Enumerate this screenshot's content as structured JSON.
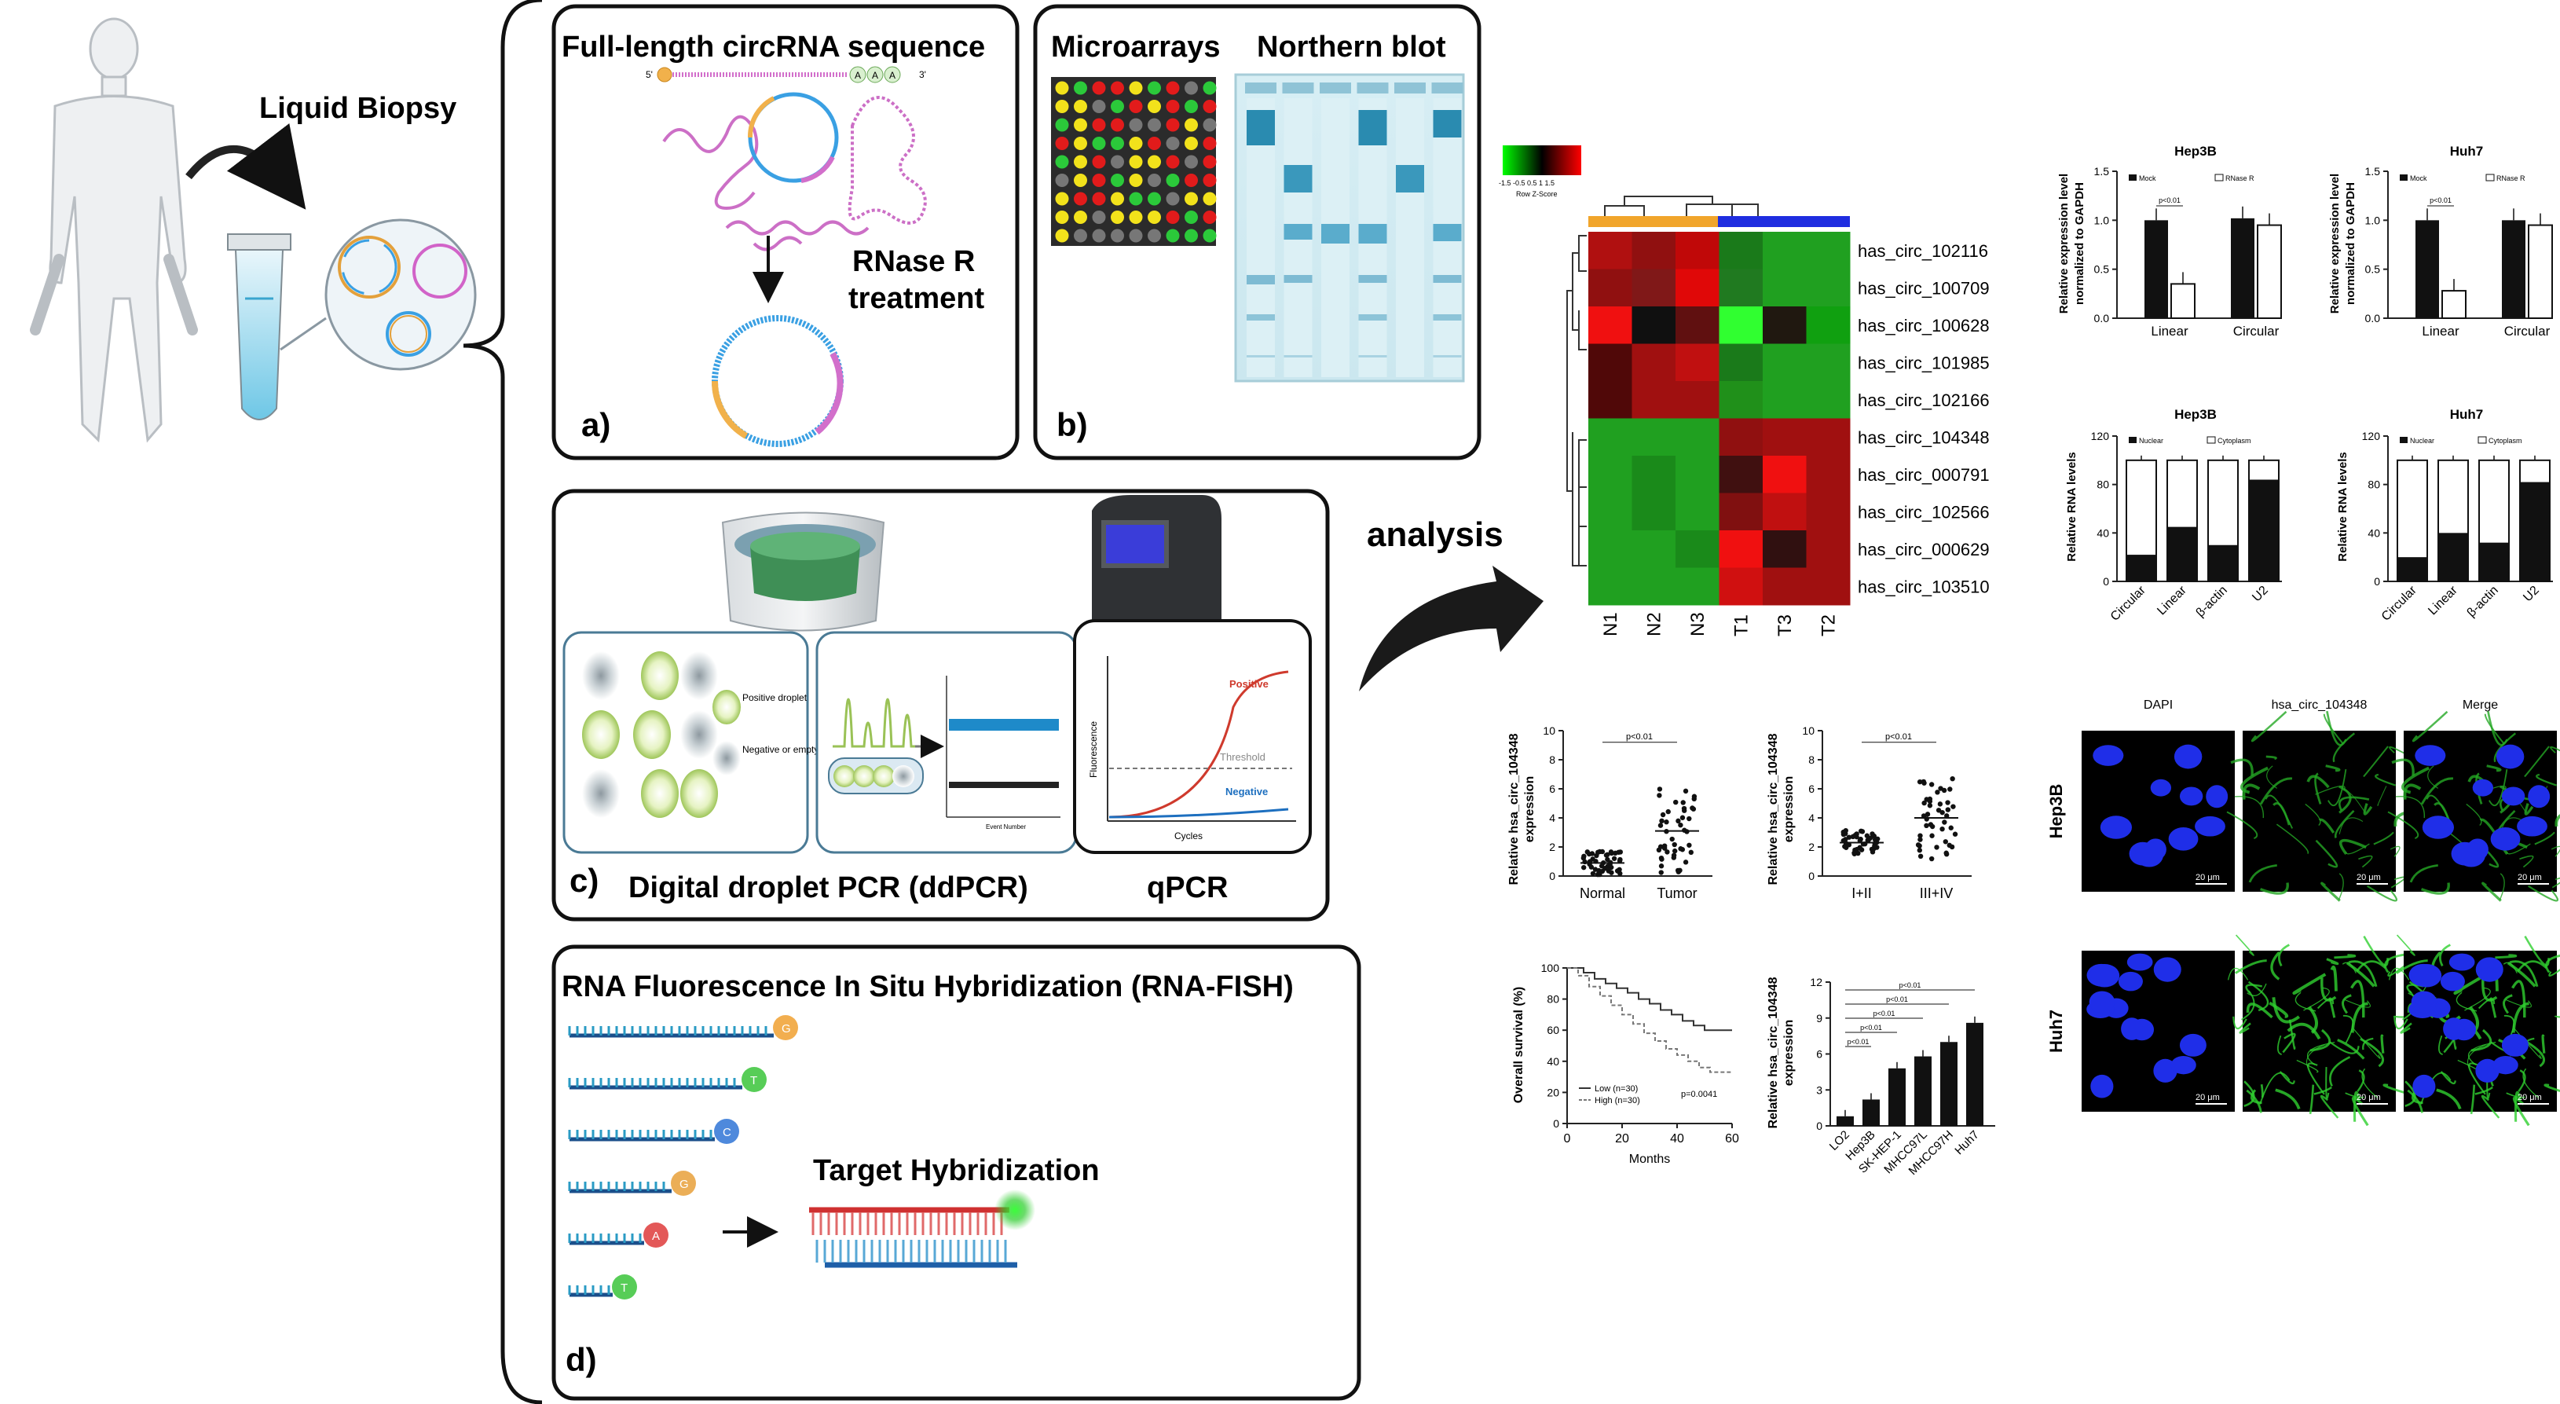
{
  "left": {
    "title": "Liquid Biopsy"
  },
  "panel_a": {
    "title": "Full-length  circRNA sequence",
    "seq_left": "5'",
    "seq_right": "3'",
    "seq_tail": [
      "A",
      "A",
      "A"
    ],
    "rnase_line1": "RNase R",
    "rnase_line2": "treatment",
    "label": "a)"
  },
  "panel_b": {
    "title1": "Microarrays",
    "title2": "Northern blot",
    "label": "b)"
  },
  "panel_c": {
    "label": "c)",
    "ddpcr_label": "Digital droplet PCR (ddPCR)",
    "qpcr_label": "qPCR",
    "positive_droplet": "Positive droplet",
    "negative_droplet": "Negative or empty droplet",
    "event_number": "Event Number",
    "qpcr_y": "Fluorescence",
    "qpcr_x": "Cycles",
    "positive": "Positive",
    "threshold": "Threshold",
    "negative": "Negative"
  },
  "panel_d": {
    "title": "RNA Fluorescence In Situ Hybridization (RNA-FISH)",
    "target": "Target Hybridization",
    "label": "d)",
    "probe_letters": [
      "G",
      "T",
      "C",
      "G",
      "A",
      "T"
    ]
  },
  "arrow_label": "analysis",
  "heatmap": {
    "legend_ticks": "-1.5  -0.5  0.5 1 1.5",
    "legend_label": "Row Z-Score",
    "rows": [
      "has_circ_102116",
      "has_circ_100709",
      "has_circ_100628",
      "has_circ_101985",
      "has_circ_102166",
      "has_circ_104348",
      "has_circ_000791",
      "has_circ_102566",
      "has_circ_000629",
      "has_circ_103510"
    ],
    "cols": [
      "N1",
      "N2",
      "N3",
      "T1",
      "T3",
      "T2"
    ],
    "colors": [
      [
        "#b01010",
        "#901010",
        "#c00808",
        "#1a7a1a",
        "#20a020",
        "#20a020"
      ],
      [
        "#901010",
        "#801818",
        "#e00808",
        "#207a20",
        "#20a020",
        "#20a020"
      ],
      [
        "#f01010",
        "#101010",
        "#601010",
        "#30ff30",
        "#201810",
        "#10a010"
      ],
      [
        "#500808",
        "#a01010",
        "#c01010",
        "#1a7a1a",
        "#20a020",
        "#20a020"
      ],
      [
        "#500808",
        "#a01010",
        "#a01010",
        "#20901a",
        "#20a020",
        "#20a020"
      ],
      [
        "#20a020",
        "#20a020",
        "#20a020",
        "#901010",
        "#a01010",
        "#a01010"
      ],
      [
        "#20a020",
        "#1a8a1a",
        "#20a020",
        "#401010",
        "#f01010",
        "#a01010"
      ],
      [
        "#20a020",
        "#1a8a1a",
        "#20a020",
        "#801010",
        "#c01010",
        "#a01010"
      ],
      [
        "#20a020",
        "#20a020",
        "#1a8a1a",
        "#f01010",
        "#301010",
        "#a01010"
      ],
      [
        "#20a020",
        "#20a020",
        "#20a020",
        "#d01010",
        "#a01010",
        "#a01010"
      ]
    ]
  },
  "scatter_tissue": {
    "ylabel": "Relative hsa_circ_104348 expression",
    "pvalue": "p<0.01",
    "categories": [
      "Normal",
      "Tumor"
    ],
    "yticks": [
      "0",
      "2",
      "4",
      "6",
      "8",
      "10"
    ]
  },
  "scatter_stage": {
    "ylabel": "Relative hsa_circ_104348 expression",
    "pvalue": "p<0.01",
    "categories": [
      "I+II",
      "III+IV"
    ],
    "yticks": [
      "0",
      "2",
      "4",
      "6",
      "8",
      "10"
    ]
  },
  "survival": {
    "ylabel": "Overall survival (%)",
    "xlabel": "Months",
    "yticks": [
      "0",
      "20",
      "40",
      "60",
      "80",
      "100"
    ],
    "xticks": [
      "0",
      "20",
      "40",
      "60"
    ],
    "legend_low": "Low (n=30)",
    "legend_high": "High (n=30)",
    "pvalue": "p=0.0041"
  },
  "cell_lines": {
    "ylabel": "Relative hsa_circ_104348 expression",
    "categories": [
      "LO2",
      "Hep3B",
      "SK-HEP-1",
      "MHCC97L",
      "MHCC97H",
      "Huh7"
    ],
    "values": [
      0.8,
      2.2,
      4.8,
      5.8,
      7.0,
      8.6
    ],
    "ymax": 12,
    "yticks": [
      "0",
      "3",
      "6",
      "9",
      "12"
    ],
    "pvalue": "p<0.01"
  },
  "rnase_hep3b": {
    "title": "Hep3B",
    "ylabel": "Relative expression level normalized to GAPDH",
    "legend": [
      "Mock",
      "RNase R"
    ],
    "categories": [
      "Linear",
      "Circular"
    ],
    "mock": [
      1.0,
      1.02
    ],
    "rnase": [
      0.35,
      0.95
    ],
    "yticks": [
      "0.0",
      "0.5",
      "1.0",
      "1.5"
    ],
    "pvalue": "p<0.01"
  },
  "rnase_huh7": {
    "title": "Huh7",
    "ylabel": "Relative expression level normalized to GAPDH",
    "legend": [
      "Mock",
      "RNase R"
    ],
    "categories": [
      "Linear",
      "Circular"
    ],
    "mock": [
      1.0,
      1.0
    ],
    "rnase": [
      0.28,
      0.95
    ],
    "yticks": [
      "0.0",
      "0.5",
      "1.0",
      "1.5"
    ],
    "pvalue": "p<0.01"
  },
  "frac_hep3b": {
    "title": "Hep3B",
    "ylabel": "Relative RNA levels",
    "legend": [
      "Nuclear",
      "Cytoplasm"
    ],
    "categories": [
      "Circular",
      "Linear",
      "β-actin",
      "U2"
    ],
    "nuclear": [
      22,
      45,
      30,
      84
    ],
    "yticks": [
      "0",
      "40",
      "80",
      "120"
    ]
  },
  "frac_huh7": {
    "title": "Huh7",
    "ylabel": "Relative RNA levels",
    "legend": [
      "Nuclear",
      "Cytoplasm"
    ],
    "categories": [
      "Circular",
      "Linear",
      "β-actin",
      "U2"
    ],
    "nuclear": [
      20,
      40,
      32,
      82
    ],
    "yticks": [
      "0",
      "40",
      "80",
      "120"
    ]
  },
  "fish_images": {
    "cols": [
      "DAPI",
      "hsa_circ_104348",
      "Merge"
    ],
    "rows": [
      "Hep3B",
      "Huh7"
    ],
    "scale": "20 μm"
  }
}
